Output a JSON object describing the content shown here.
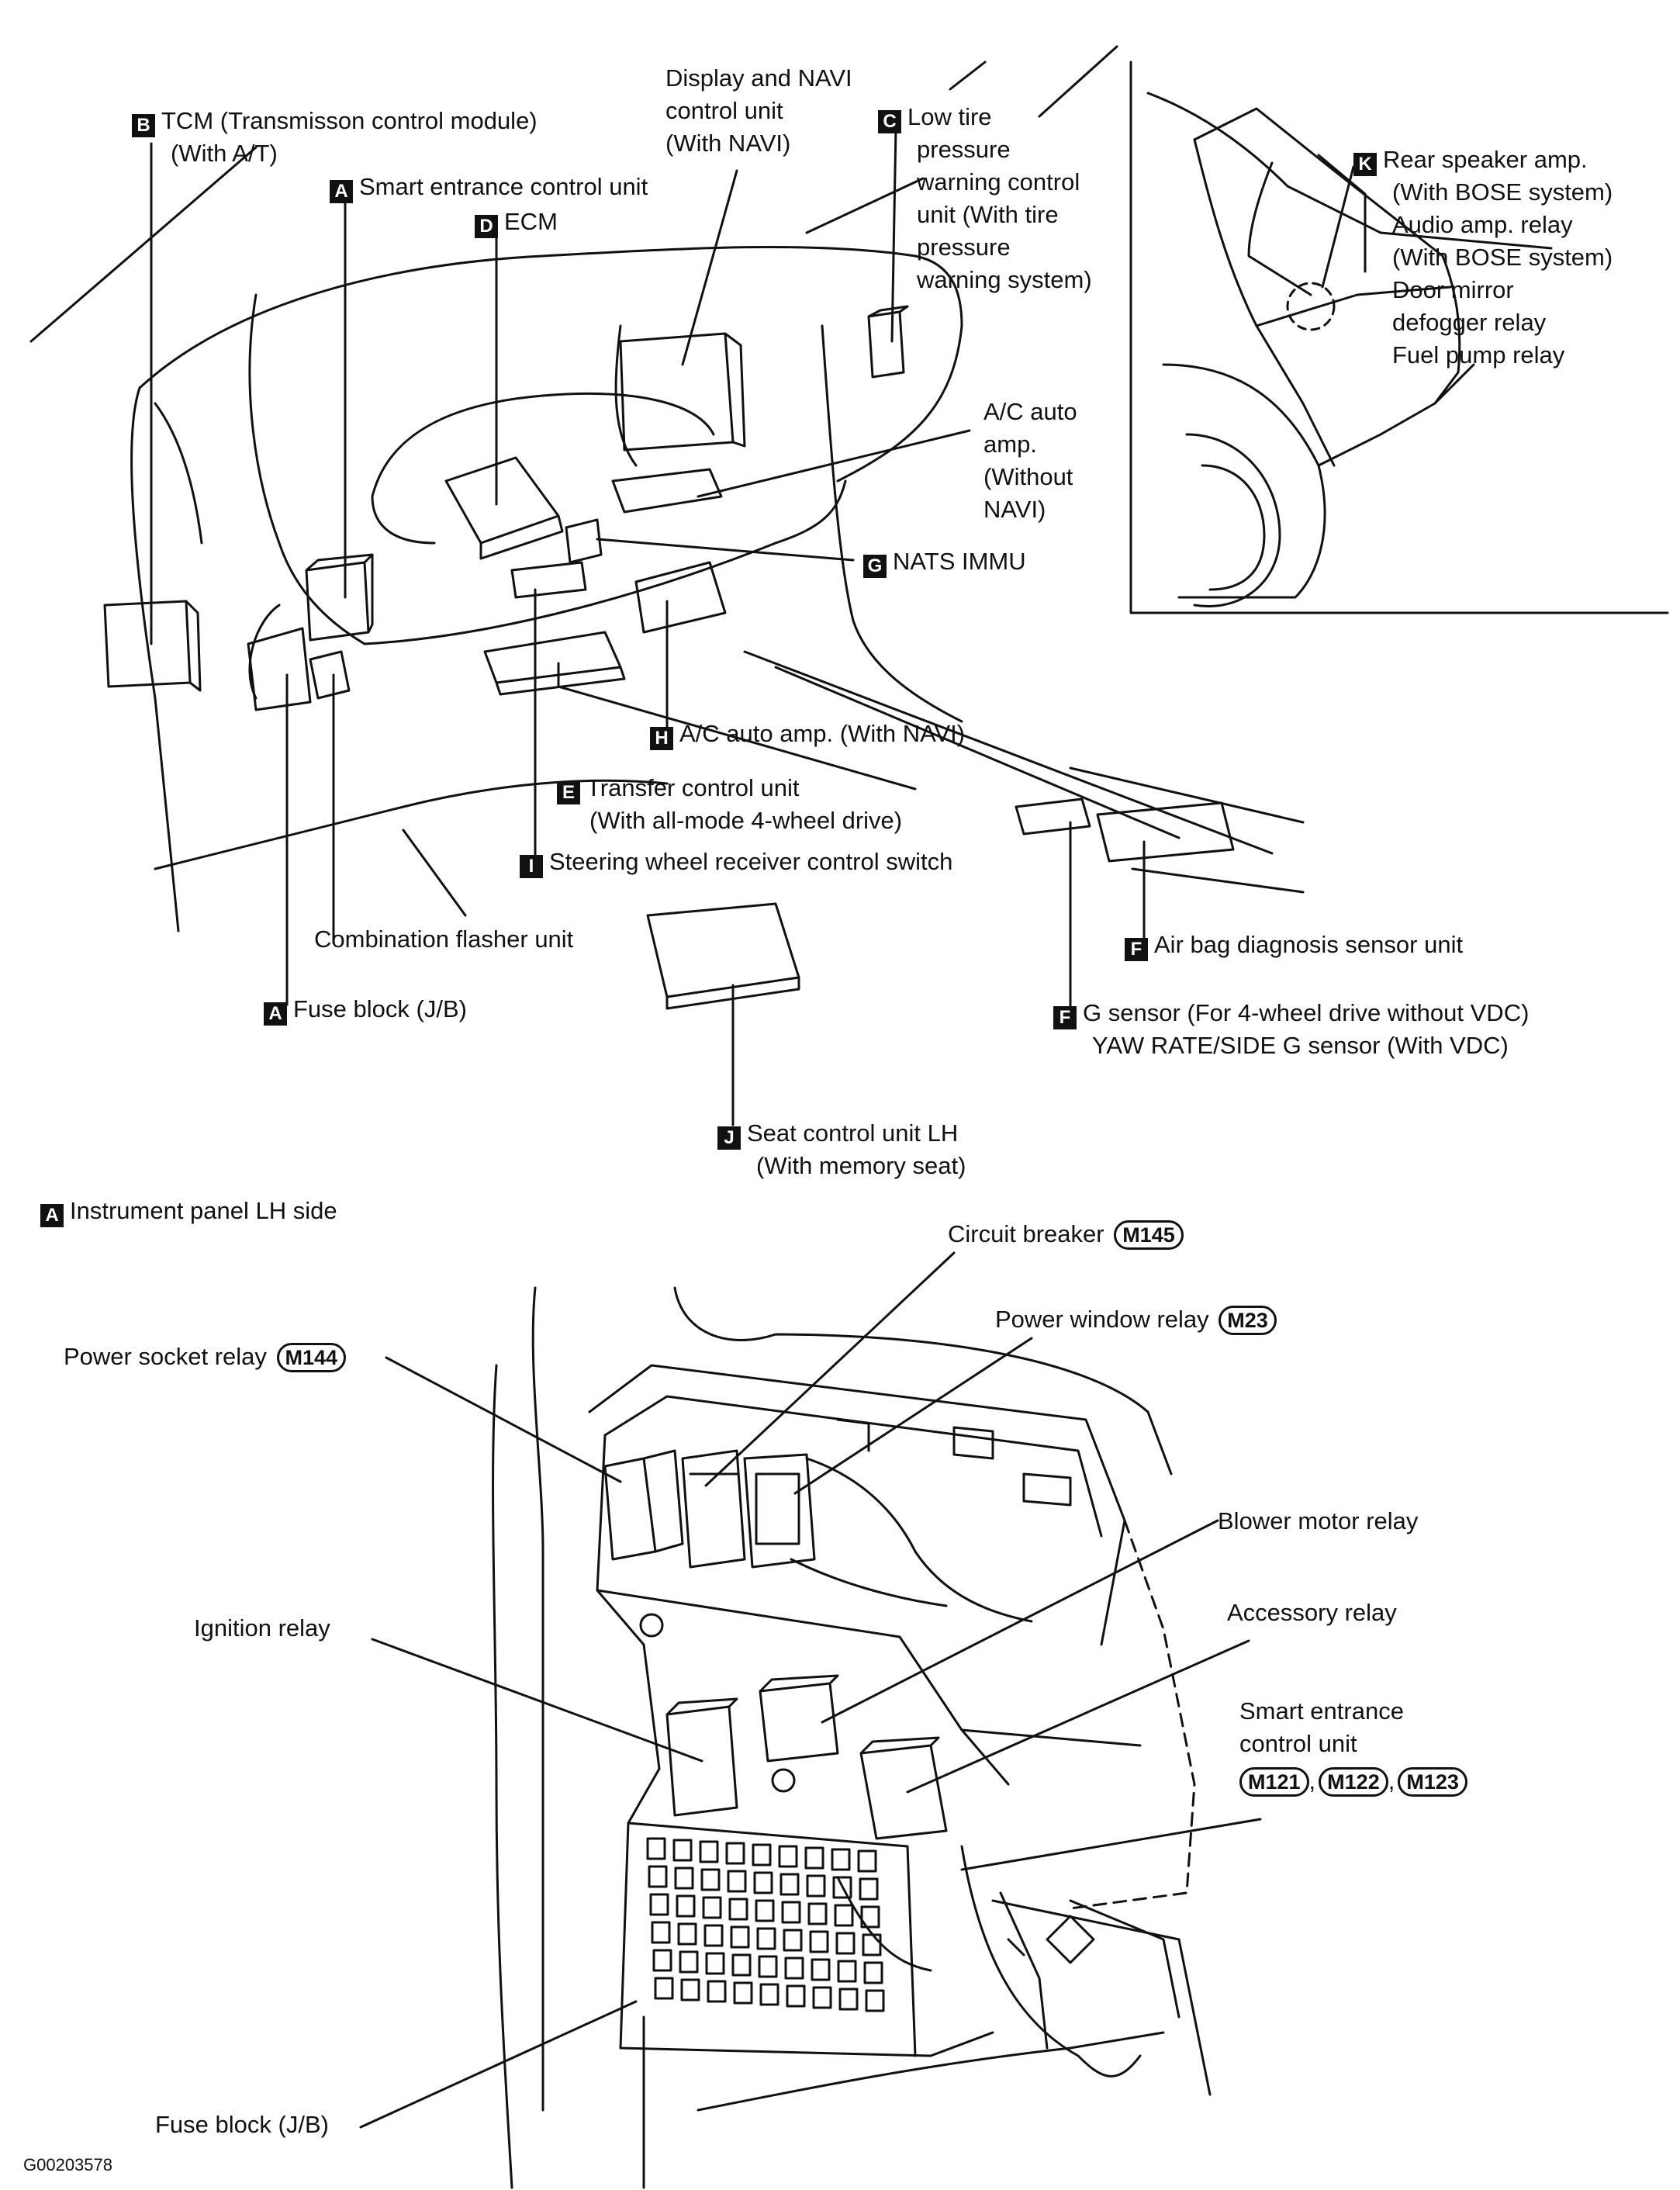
{
  "labels": {
    "tcm": {
      "badge": "B",
      "line1": "TCM (Transmisson control module)",
      "line2": "(With A/T)"
    },
    "smart_entrance": {
      "badge": "A",
      "text": "Smart entrance control unit"
    },
    "ecm": {
      "badge": "D",
      "text": "ECM"
    },
    "display_navi": {
      "line1": "Display and NAVI",
      "line2": "control unit",
      "line3": "(With NAVI)"
    },
    "low_tire": {
      "badge": "C",
      "line1": "Low tire",
      "line2": "pressure",
      "line3": "warning control",
      "line4": "unit (With tire",
      "line5": "pressure",
      "line6": "warning system)"
    },
    "rear_speaker": {
      "badge": "K",
      "line1": "Rear speaker amp.",
      "line2": "(With BOSE system)",
      "line3": "Audio amp. relay",
      "line4": "(With BOSE system)",
      "line5": "Door mirror",
      "line6": "defogger relay",
      "line7": "Fuel pump relay"
    },
    "ac_auto_without": {
      "line1": "A/C auto",
      "line2": "amp.",
      "line3": "(Without",
      "line4": "NAVI)"
    },
    "nats": {
      "badge": "G",
      "text": "NATS IMMU"
    },
    "ac_auto_with": {
      "badge": "H",
      "text": "A/C auto amp. (With NAVI)"
    },
    "transfer": {
      "badge": "E",
      "line1": "Transfer control unit",
      "line2": "(With all-mode 4-wheel drive)"
    },
    "steering": {
      "badge": "I",
      "text": "Steering wheel receiver control switch"
    },
    "flasher": {
      "text": "Combination flasher unit"
    },
    "fuse_block_top": {
      "badge": "A",
      "text": "Fuse block (J/B)"
    },
    "airbag": {
      "badge": "F",
      "text": "Air bag diagnosis sensor unit"
    },
    "g_sensor": {
      "badge": "F",
      "line1": "G sensor (For 4-wheel drive without VDC)",
      "line2": "YAW RATE/SIDE G sensor (With VDC)"
    },
    "seat": {
      "badge": "J",
      "line1": "Seat control unit LH",
      "line2": "(With memory seat)"
    }
  },
  "detail": {
    "heading": {
      "badge": "A",
      "text": "Instrument panel LH side"
    },
    "circuit_breaker": {
      "text": "Circuit breaker",
      "code": "M145"
    },
    "power_window": {
      "text": "Power window relay",
      "code": "M23"
    },
    "power_socket": {
      "text": "Power socket relay",
      "code": "M144"
    },
    "blower": {
      "text": "Blower motor relay"
    },
    "ignition": {
      "text": "Ignition relay"
    },
    "accessory": {
      "text": "Accessory relay"
    },
    "smart": {
      "line1": "Smart entrance",
      "line2": "control unit",
      "code1": "M121",
      "code2": "M122",
      "code3": "M123",
      "sep1": ",",
      "sep2": ","
    },
    "fuse_block": {
      "text": "Fuse block (J/B)"
    }
  },
  "figure_id": "G00203578"
}
